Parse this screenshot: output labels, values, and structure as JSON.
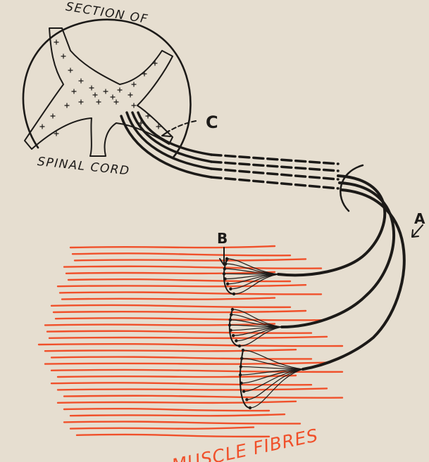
{
  "labels": {
    "title_top": "SECTION OF",
    "title_bottom": "SPINAL CORD",
    "label_c": "C",
    "label_b": "B",
    "label_a": "A",
    "muscle": "MUSCLE FIBRES"
  },
  "colors": {
    "paper": "#e6ded0",
    "ink": "#1c1a18",
    "muscle": "#f0502a"
  }
}
